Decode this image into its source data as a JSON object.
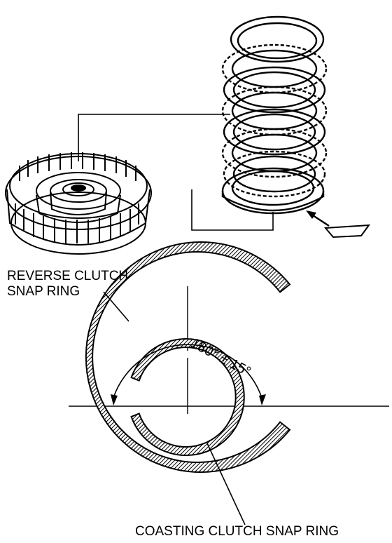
{
  "labels": {
    "reverse_line1": "REVERSE CLUTCH",
    "reverse_line2": "SNAP RING",
    "angle": "180° ± 15°",
    "coasting": "COASTING CLUTCH SNAP RING"
  },
  "colors": {
    "ink": "#000000",
    "paper": "#ffffff"
  }
}
